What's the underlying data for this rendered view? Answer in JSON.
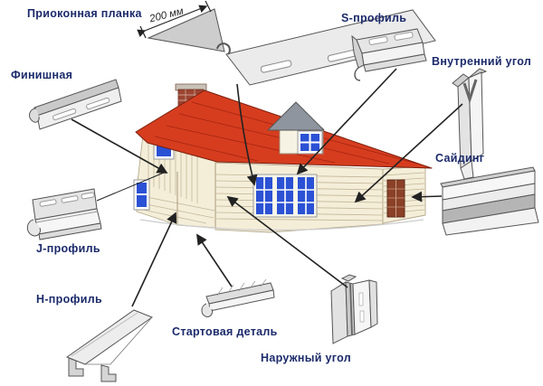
{
  "parts": {
    "window_trim": {
      "label": "Приоконная планка"
    },
    "dimension": {
      "label": "200 мм"
    },
    "s_profile": {
      "label": "S-профиль"
    },
    "inner_corner": {
      "label": "Внутренний угол"
    },
    "finish": {
      "label": "Финишная"
    },
    "siding": {
      "label": "Сайдинг"
    },
    "j_profile": {
      "label": "J-профиль"
    },
    "h_profile": {
      "label": "Н-профиль"
    },
    "start_strip": {
      "label": "Стартовая деталь"
    },
    "outer_corner": {
      "label": "Наружный угол"
    }
  },
  "colors": {
    "page_bg": "#ffffff",
    "label_text": "#1b2a6b",
    "dimension_text": "#222222",
    "roof_red": "#d63d1f",
    "roof_line": "#a32410",
    "wall_cream": "#f4eed9",
    "wall_line": "#c2b596",
    "window_blue": "#2b51d4",
    "door_brown": "#8a4128",
    "arrow_dark": "#222222",
    "profile_fill": "#ececec",
    "profile_stroke": "#555555"
  }
}
